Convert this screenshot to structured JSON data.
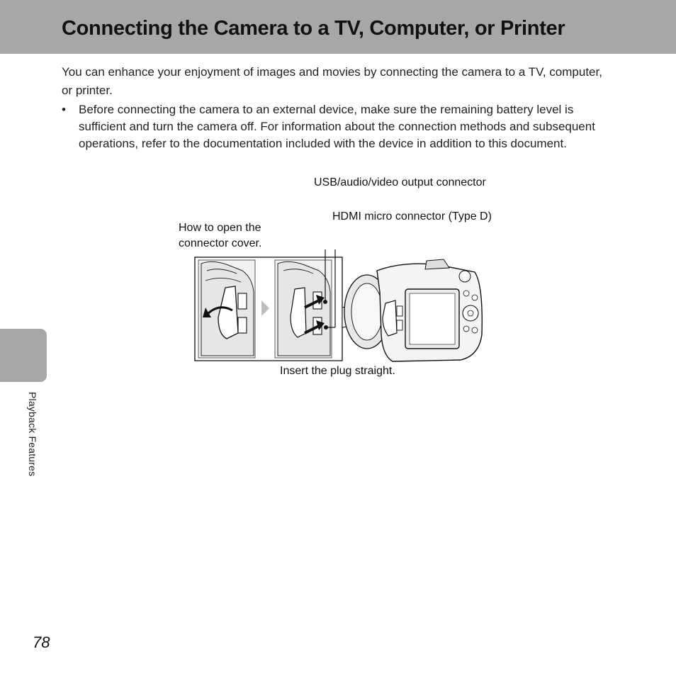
{
  "header": {
    "title": "Connecting the Camera to a TV, Computer, or Printer"
  },
  "body": {
    "intro": "You can enhance your enjoyment of images and movies by connecting the camera to a TV, computer, or printer.",
    "bullet_symbol": "•",
    "bullets": [
      "Before connecting the camera to an external device, make sure the remaining battery level is sufficient and turn the camera off. For information about the connection methods and subsequent operations, refer to the documentation included with the device in addition to this document."
    ]
  },
  "figure": {
    "usb_label": "USB/audio/video output connector",
    "hdmi_label": "HDMI micro connector (Type D)",
    "cover_label": "How to open the connector cover.",
    "insert_label": "Insert the plug straight."
  },
  "sidebar": {
    "section_label": "Playback Features"
  },
  "footer": {
    "page_number": "78"
  }
}
